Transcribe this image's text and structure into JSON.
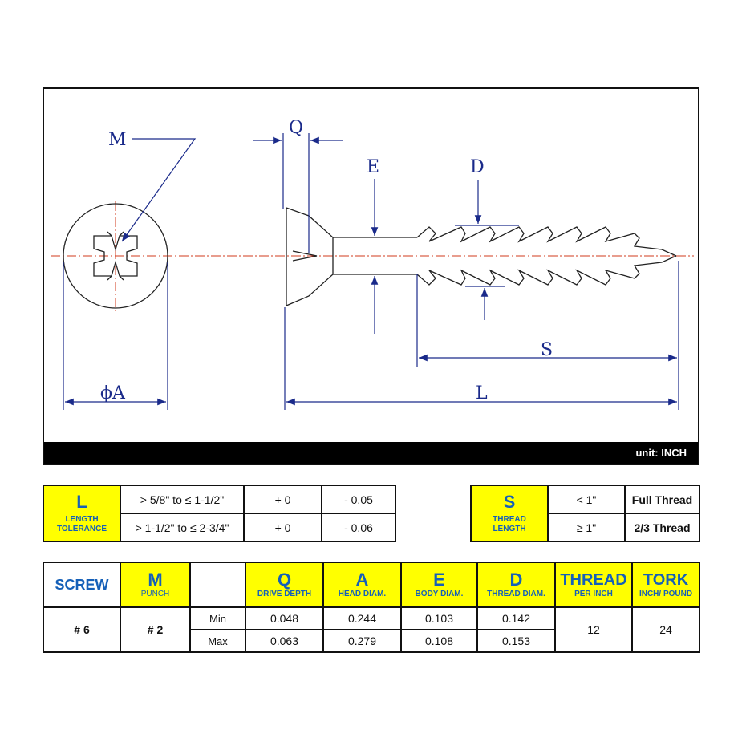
{
  "drawing": {
    "labels": {
      "m": "M",
      "q": "Q",
      "e": "E",
      "d": "D",
      "s": "S",
      "a": "ϕA",
      "l": "L"
    },
    "unit": "unit: INCH",
    "colors": {
      "line": "#222222",
      "dimension": "#1a2a8a",
      "centerline": "#d23b1e"
    }
  },
  "length_table": {
    "letter": "L",
    "caption": "LENGTH TOLERANCE",
    "rows": [
      {
        "range": "> 5/8\" to ≤ 1-1/2\"",
        "plus": "+ 0",
        "minus": "- 0.05"
      },
      {
        "range": "> 1-1/2\" to ≤ 2-3/4\"",
        "plus": "+ 0",
        "minus": "- 0.06"
      }
    ]
  },
  "thread_table": {
    "letter": "S",
    "caption": "THREAD LENGTH",
    "rows": [
      {
        "range": "< 1\"",
        "value": "Full Thread"
      },
      {
        "range": "≥ 1\"",
        "value": "2/3 Thread"
      }
    ]
  },
  "spec_table": {
    "screw_label": "SCREW",
    "headers": [
      {
        "letter": "M",
        "caption": "PUNCH"
      },
      {
        "letter": "Q",
        "caption": "DRIVE DEPTH"
      },
      {
        "letter": "A",
        "caption": "HEAD DIAM."
      },
      {
        "letter": "E",
        "caption": "BODY DIAM."
      },
      {
        "letter": "D",
        "caption": "THREAD DIAM."
      },
      {
        "letter": "THREAD",
        "caption": "PER INCH"
      },
      {
        "letter": "TORK",
        "caption": "INCH/ POUND"
      }
    ],
    "screw": "# 6",
    "punch": "# 2",
    "min": {
      "label": "Min",
      "q": "0.048",
      "a": "0.244",
      "e": "0.103",
      "d": "0.142"
    },
    "max": {
      "label": "Max",
      "q": "0.063",
      "a": "0.279",
      "e": "0.108",
      "d": "0.153"
    },
    "thread_per_inch": "12",
    "torque": "24",
    "colors": {
      "header_yellow": "#ffff00",
      "header_text": "#1560b8"
    }
  }
}
